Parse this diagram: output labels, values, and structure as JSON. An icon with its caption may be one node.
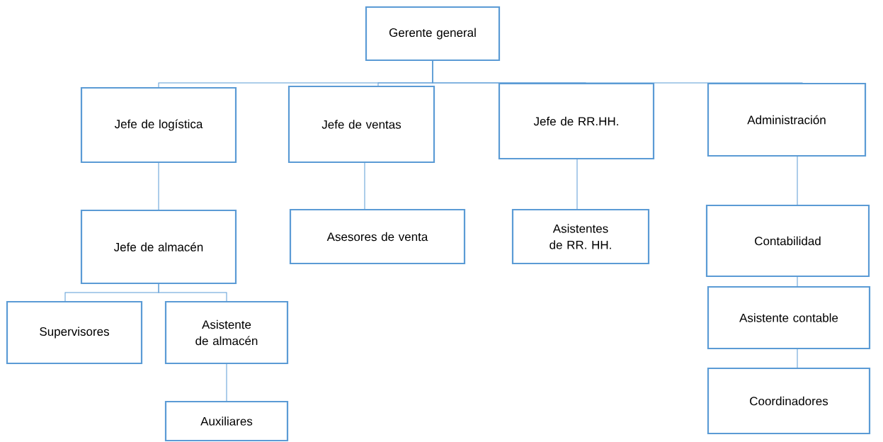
{
  "diagram": {
    "nodes": [
      {
        "text": [
          "Gerente general"
        ]
      },
      {
        "text": [
          "Jefe de logística"
        ]
      },
      {
        "text": [
          "Jefe de ventas"
        ]
      },
      {
        "text": [
          "Jefe de RR.HH."
        ]
      },
      {
        "text": [
          "Administración"
        ]
      },
      {
        "text": [
          "Jefe de almacén"
        ]
      },
      {
        "text": [
          "Asesores de venta"
        ]
      },
      {
        "text": [
          "Asistentes de RR. HH."
        ]
      },
      {
        "text": [
          "Contabilidad"
        ]
      },
      {
        "text": [
          "Supervisores"
        ]
      },
      {
        "text": [
          "Asistente de almacén"
        ]
      },
      {
        "text": [
          "Asistente contable"
        ]
      },
      {
        "text": [
          "Auxiliares"
        ]
      },
      {
        "text": [
          "Coordinadores"
        ]
      }
    ],
    "edges": [
      {
        "from": 0,
        "to": 1,
        "arrow": "none"
      },
      {
        "from": 0,
        "to": 2,
        "arrow": "none"
      },
      {
        "from": 0,
        "to": 3,
        "arrow": "none"
      },
      {
        "from": 0,
        "to": 4,
        "arrow": "none"
      },
      {
        "from": 1,
        "to": 5,
        "arrow": "none"
      },
      {
        "from": 2,
        "to": 6,
        "arrow": "none"
      },
      {
        "from": 3,
        "to": 7,
        "arrow": "none"
      },
      {
        "from": 4,
        "to": 8,
        "arrow": "none"
      },
      {
        "from": 5,
        "to": 9,
        "arrow": "none"
      },
      {
        "from": 5,
        "to": 10,
        "arrow": "none"
      },
      {
        "from": 10,
        "to": 12,
        "arrow": "none"
      },
      {
        "from": 8,
        "to": 11,
        "arrow": "none"
      },
      {
        "from": 11,
        "to": 13,
        "arrow": "none"
      }
    ]
  }
}
